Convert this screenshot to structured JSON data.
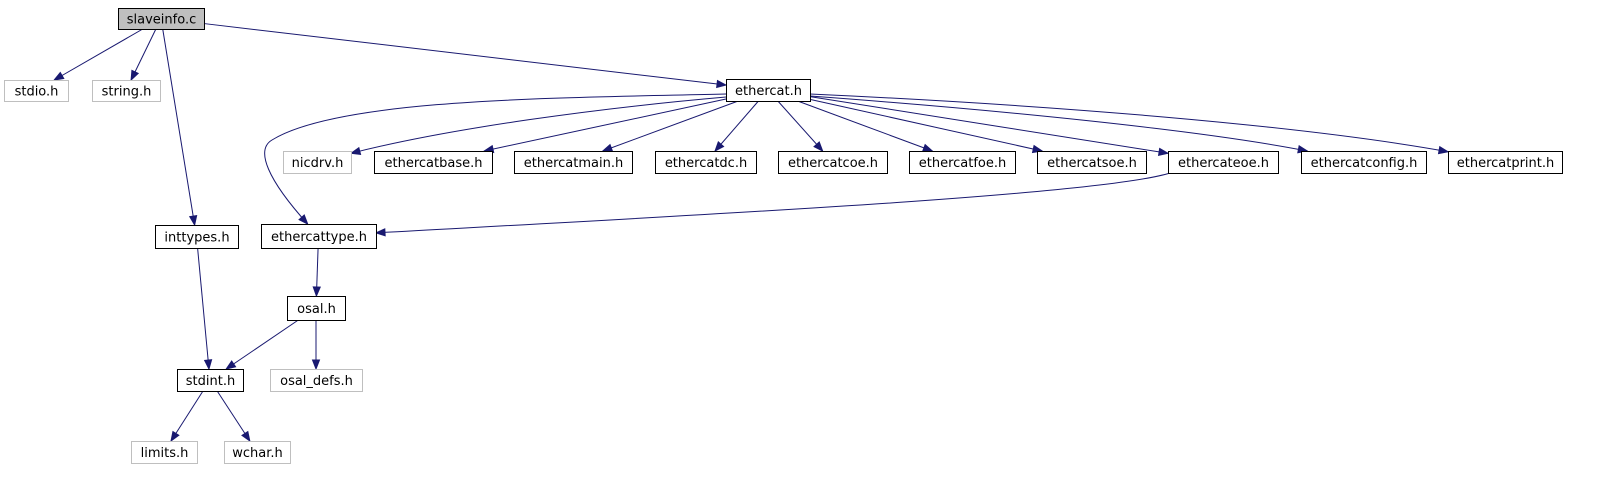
{
  "diagram": {
    "nodes": [
      {
        "id": "slaveinfo_c",
        "label": "slaveinfo.c",
        "style": "root"
      },
      {
        "id": "stdio_h",
        "label": "stdio.h",
        "style": "missing"
      },
      {
        "id": "string_h",
        "label": "string.h",
        "style": "missing"
      },
      {
        "id": "inttypes_h",
        "label": "inttypes.h",
        "style": "normal"
      },
      {
        "id": "ethercat_h",
        "label": "ethercat.h",
        "style": "normal"
      },
      {
        "id": "nicdrv_h",
        "label": "nicdrv.h",
        "style": "missing"
      },
      {
        "id": "ethercatbase_h",
        "label": "ethercatbase.h",
        "style": "normal"
      },
      {
        "id": "ethercatmain_h",
        "label": "ethercatmain.h",
        "style": "normal"
      },
      {
        "id": "ethercatdc_h",
        "label": "ethercatdc.h",
        "style": "normal"
      },
      {
        "id": "ethercatcoe_h",
        "label": "ethercatcoe.h",
        "style": "normal"
      },
      {
        "id": "ethercatfoe_h",
        "label": "ethercatfoe.h",
        "style": "normal"
      },
      {
        "id": "ethercatsoe_h",
        "label": "ethercatsoe.h",
        "style": "normal"
      },
      {
        "id": "ethercateoe_h",
        "label": "ethercateoe.h",
        "style": "normal"
      },
      {
        "id": "ethercatconfig_h",
        "label": "ethercatconfig.h",
        "style": "normal"
      },
      {
        "id": "ethercatprint_h",
        "label": "ethercatprint.h",
        "style": "normal"
      },
      {
        "id": "ethercattype_h",
        "label": "ethercattype.h",
        "style": "normal"
      },
      {
        "id": "osal_h",
        "label": "osal.h",
        "style": "normal"
      },
      {
        "id": "stdint_h",
        "label": "stdint.h",
        "style": "normal"
      },
      {
        "id": "osal_defs_h",
        "label": "osal_defs.h",
        "style": "missing"
      },
      {
        "id": "limits_h",
        "label": "limits.h",
        "style": "missing"
      },
      {
        "id": "wchar_h",
        "label": "wchar.h",
        "style": "missing"
      }
    ],
    "edges": [
      {
        "from": "slaveinfo_c",
        "to": "stdio_h"
      },
      {
        "from": "slaveinfo_c",
        "to": "string_h"
      },
      {
        "from": "slaveinfo_c",
        "to": "inttypes_h"
      },
      {
        "from": "slaveinfo_c",
        "to": "ethercat_h"
      },
      {
        "from": "ethercat_h",
        "to": "ethercattype_h"
      },
      {
        "from": "ethercat_h",
        "to": "nicdrv_h"
      },
      {
        "from": "ethercat_h",
        "to": "ethercatbase_h"
      },
      {
        "from": "ethercat_h",
        "to": "ethercatmain_h"
      },
      {
        "from": "ethercat_h",
        "to": "ethercatdc_h"
      },
      {
        "from": "ethercat_h",
        "to": "ethercatcoe_h"
      },
      {
        "from": "ethercat_h",
        "to": "ethercatfoe_h"
      },
      {
        "from": "ethercat_h",
        "to": "ethercatsoe_h"
      },
      {
        "from": "ethercat_h",
        "to": "ethercateoe_h"
      },
      {
        "from": "ethercat_h",
        "to": "ethercatconfig_h"
      },
      {
        "from": "ethercat_h",
        "to": "ethercatprint_h"
      },
      {
        "from": "ethercateoe_h",
        "to": "ethercattype_h"
      },
      {
        "from": "ethercattype_h",
        "to": "osal_h"
      },
      {
        "from": "osal_h",
        "to": "stdint_h"
      },
      {
        "from": "osal_h",
        "to": "osal_defs_h"
      },
      {
        "from": "inttypes_h",
        "to": "stdint_h"
      },
      {
        "from": "stdint_h",
        "to": "limits_h"
      },
      {
        "from": "stdint_h",
        "to": "wchar_h"
      }
    ]
  }
}
